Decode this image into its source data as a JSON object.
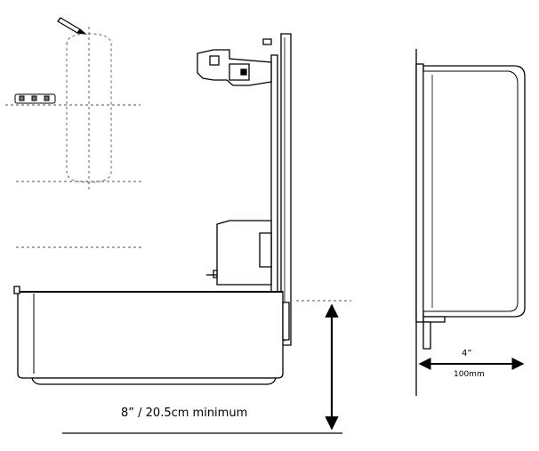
{
  "labels": {
    "min_clearance": "8” / 20.5cm minimum",
    "depth_in": "4”",
    "depth_mm": "100mm"
  },
  "colors": {
    "line": "#000000",
    "dashed": "#555555"
  },
  "icons": [
    "pencil-icon",
    "wall-anchor-icon",
    "dispenser-front-view",
    "dispenser-side-view",
    "dimension-arrow"
  ]
}
